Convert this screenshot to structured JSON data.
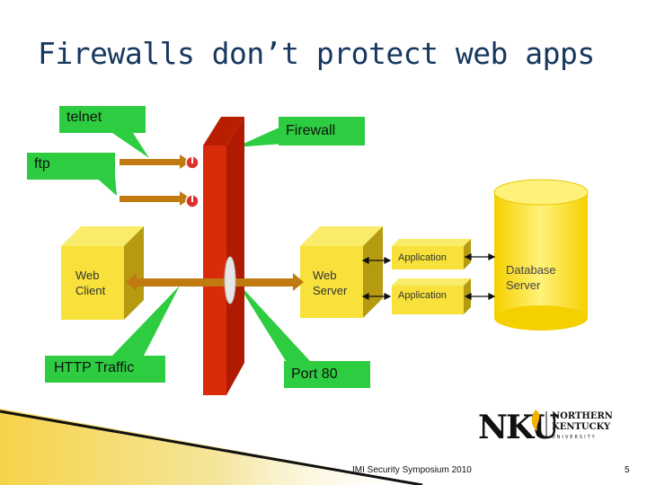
{
  "slide": {
    "title": "Firewalls don’t protect web apps",
    "labels": {
      "telnet": "telnet",
      "firewall": "Firewall",
      "ftp": "ftp",
      "web_client": "Web Client",
      "web_server": "Web Server",
      "application_top": "Application",
      "application_bottom": "Application",
      "database_server": "Database Server",
      "http_traffic": "HTTP Traffic",
      "port_80": "Port 80"
    },
    "logo": {
      "mark": "NKU",
      "line1": "NORTHERN",
      "line2": "KENTUCKY",
      "line3": "UNIVERSITY"
    },
    "footer": {
      "event": "IMI Security Symposium 2010",
      "page_number": "5"
    }
  },
  "colors": {
    "title": "#17375e",
    "callout_green": "#2ecc40",
    "firewall_red": "#cc2200",
    "box_yellow": "#f7e13a",
    "arrow_brown": "#c07a10"
  }
}
